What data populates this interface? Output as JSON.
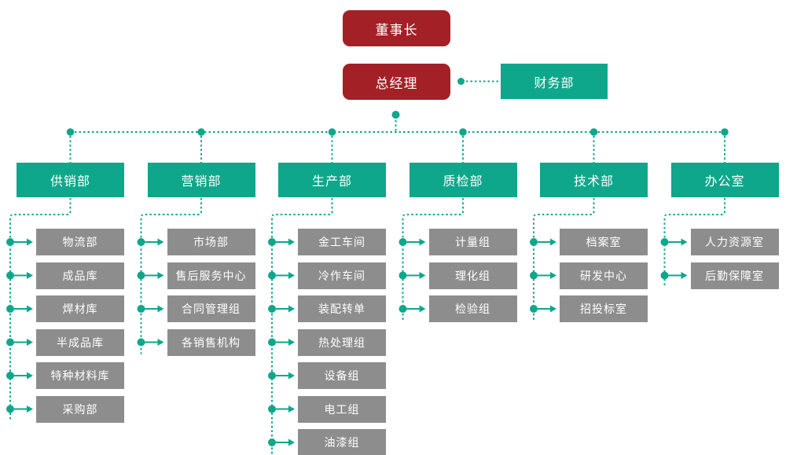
{
  "palette": {
    "executive_red": "#a32026",
    "department_teal": "#0ea78b",
    "sub_unit_gray": "#8d8d8d",
    "text_white": "#ffffff",
    "background": "#ffffff"
  },
  "org": {
    "chairman_label": "董事长",
    "general_manager_label": "总经理",
    "finance_label": "财务部",
    "departments": [
      {
        "label": "供销部",
        "children": [
          "物流部",
          "成品库",
          "焊材库",
          "半成品库",
          "特种材料库",
          "采购部"
        ]
      },
      {
        "label": "营销部",
        "children": [
          "市场部",
          "售后服务中心",
          "合同管理组",
          "各销售机构"
        ]
      },
      {
        "label": "生产部",
        "children": [
          "金工车间",
          "冷作车间",
          "装配转单",
          "热处理组",
          "设备组",
          "电工组",
          "油漆组"
        ]
      },
      {
        "label": "质检部",
        "children": [
          "计量组",
          "理化组",
          "检验组"
        ]
      },
      {
        "label": "技术部",
        "children": [
          "档案室",
          "研发中心",
          "招投标室"
        ]
      },
      {
        "label": "办公室",
        "children": [
          "人力资源室",
          "后勤保障室"
        ]
      }
    ]
  }
}
